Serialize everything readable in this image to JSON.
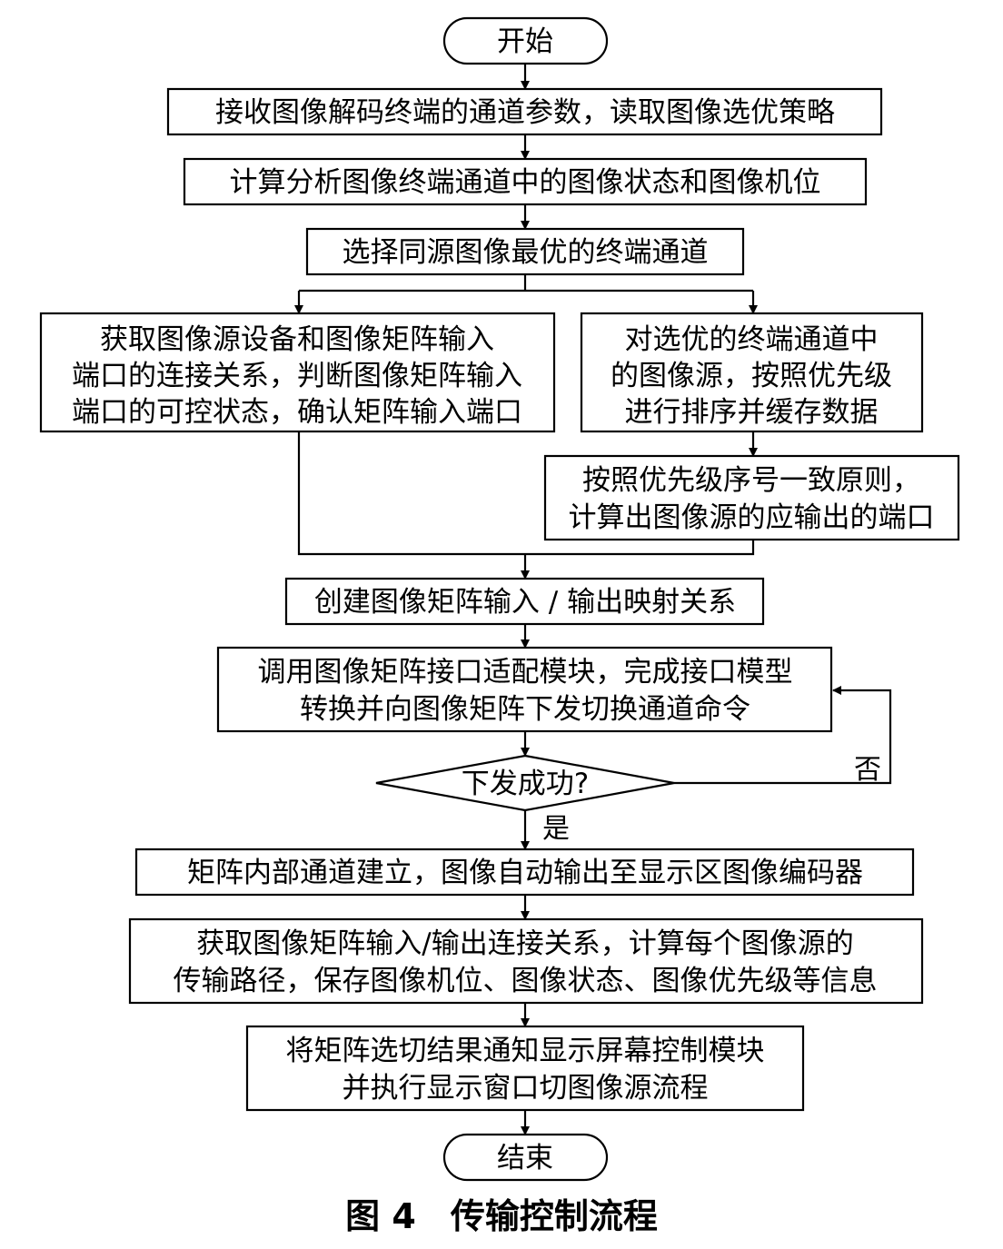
{
  "start": "开始",
  "end": "结束",
  "steps": {
    "receive": "接收图像解码终端的通道参数，读取图像选优策略",
    "analyze": "计算分析图像终端通道中的图像状态和图像机位",
    "select": "选择同源图像最优的终端通道",
    "left": [
      "获取图像源设备和图像矩阵输入",
      "端口的连接关系，判断图像矩阵输入",
      "端口的可控状态，确认矩阵输入端口"
    ],
    "right": [
      "对选优的终端通道中",
      "的图像源，按照优先级",
      "进行排序并缓存数据"
    ],
    "priority": [
      "按照优先级序号一致原则，",
      "计算出图像源的应输出的端口"
    ],
    "create": "创建图像矩阵输入 / 输出映射关系",
    "invoke": [
      "调用图像矩阵接口适配模块，完成接口模型",
      "转换并向图像矩阵下发切换通道命令"
    ],
    "decision": "下发成功?",
    "no": "否",
    "yes": "是",
    "establish": "矩阵内部通道建立，图像自动输出至显示区图像编码器",
    "record": [
      "获取图像矩阵输入/输出连接关系，计算每个图像源的",
      "传输路径，保存图像机位、图像状态、图像优先级等信息"
    ],
    "notify": [
      "将矩阵选切结果通知显示屏幕控制模块",
      "并执行显示窗口切图像源流程"
    ]
  },
  "caption": "图 4　传输控制流程"
}
